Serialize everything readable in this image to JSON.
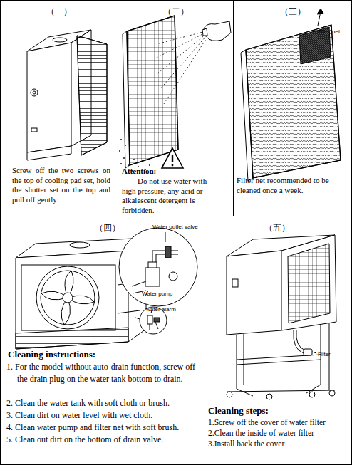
{
  "diagram": {
    "nodes": [
      {
        "text": [
          "（一）",
          "Screw off the two screws on the top of cooling pad set, hold the shutter set on the top and pull off gently."
        ]
      },
      {
        "text": [
          "（二）",
          "Attention:",
          "Do not use water with high pressure, any acid or alkalescent detergent is forbidden."
        ]
      },
      {
        "text": [
          "（三）",
          "Filter net recommended to be cleaned once a week."
        ]
      },
      {
        "text": [
          "（四）",
          "Cleaning instructions:",
          "1. For the model without auto-drain function, screw off the drain plug on the water tank bottom to drain.",
          "2. Clean the water tank with soft cloth or brush.",
          "3. Clean dirt on water level with wet cloth.",
          "4. Clean water pump and filter net with soft brush.",
          "5. Clean out dirt on the bottom of drain valve."
        ]
      },
      {
        "text": [
          "（五）",
          "Cleaning steps:",
          "1.Screw off the cover of water filter",
          "2.Clean the inside of water filter",
          "3.Install back the cover"
        ]
      }
    ],
    "labels": [
      "Filter net",
      "Water outlet valve",
      "Water pump",
      "water alarm",
      "Filter"
    ]
  }
}
